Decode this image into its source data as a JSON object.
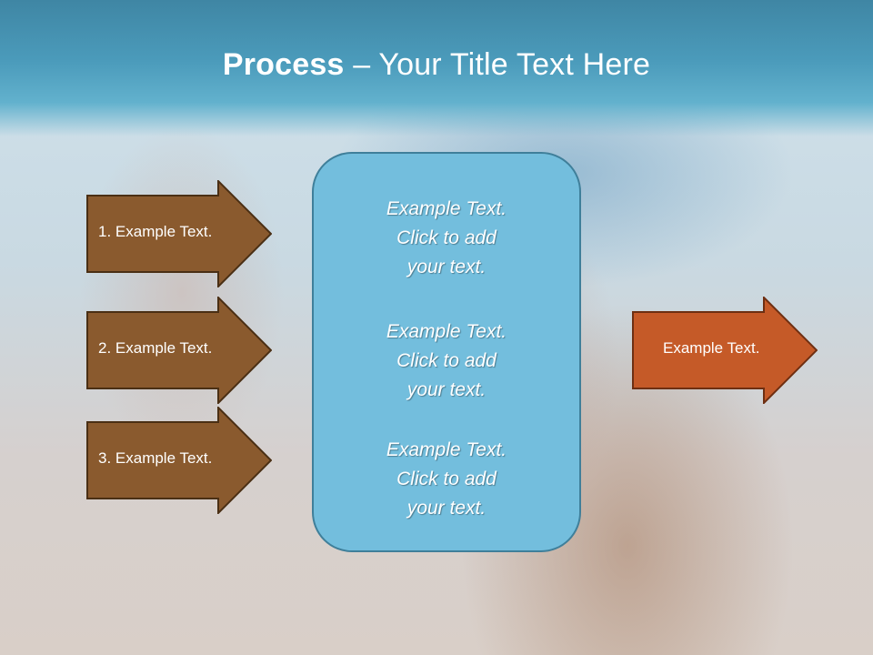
{
  "slide": {
    "title_bold": "Process",
    "title_rest": " – Your Title Text Here"
  },
  "left_arrows": [
    {
      "label": "1. Example Text."
    },
    {
      "label": "2. Example Text."
    },
    {
      "label": "3. Example Text."
    }
  ],
  "center_box": {
    "paragraphs": [
      {
        "line1": "Example Text.",
        "line2": "Click  to add",
        "line3": "your text."
      },
      {
        "line1": "Example Text.",
        "line2": "Click  to add",
        "line3": "your text."
      },
      {
        "line1": "Example Text.",
        "line2": "Click  to add",
        "line3": "your text."
      }
    ]
  },
  "right_arrow": {
    "label": "Example Text."
  },
  "colors": {
    "left_arrow_fill": "#8a5a2e",
    "right_arrow_fill": "#c55a28",
    "center_box_fill": "#73bedd",
    "title_band": "#4b9bbb"
  }
}
